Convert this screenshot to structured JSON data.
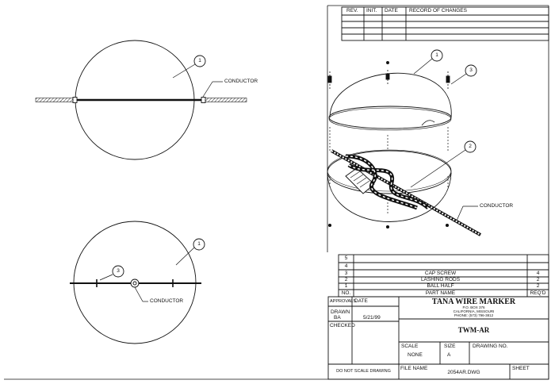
{
  "revision_block": {
    "headers": [
      "REV.",
      "INIT.",
      "DATE",
      "RECORD OF CHANGES"
    ]
  },
  "callouts": {
    "ball_half": "1",
    "lashing_rods": "2",
    "cap_screw": "3",
    "conductor": "CONDUCTOR"
  },
  "parts_list": {
    "rows": [
      {
        "no": "5",
        "name": "",
        "req": ""
      },
      {
        "no": "4",
        "name": "",
        "req": ""
      },
      {
        "no": "3",
        "name": "CAP SCREW",
        "req": "4"
      },
      {
        "no": "2",
        "name": "LASHING RODS",
        "req": "2"
      },
      {
        "no": "1",
        "name": "BALL HALF",
        "req": "2"
      }
    ],
    "header": {
      "no": "NO.",
      "name": "PART NAME",
      "req": "REQ'D"
    }
  },
  "title_block": {
    "approvals_label": "APPROVALS",
    "date_label": "DATE",
    "drawn_label": "DRAWN",
    "drawn_by": "BA",
    "drawn_date": "5/21/99",
    "checked_label": "CHECKED",
    "company": "TANA WIRE MARKER",
    "address_1": "P.O. BOX 376",
    "address_2": "CALIFORNIA, MISSOURI",
    "phone": "PHONE: (573) 796-3812",
    "title": "TWM-AR",
    "scale_label": "SCALE",
    "scale": "NONE",
    "size_label": "SIZE",
    "size": "A",
    "drawing_no_label": "DRAWING NO.",
    "note": "DO NOT SCALE DRAWING",
    "file_name_label": "FILE NAME",
    "file_name": "2054AR.DWG",
    "sheet_label": "SHEET"
  }
}
